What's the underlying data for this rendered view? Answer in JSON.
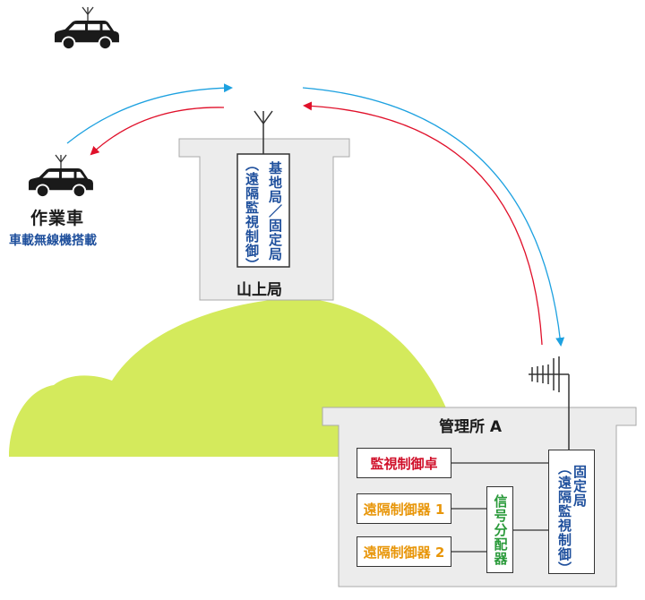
{
  "vehicles": {
    "work_vehicle_title": "作業車",
    "work_vehicle_subtitle": "車載無線機搭載"
  },
  "mountain_station": {
    "name": "山上局",
    "equipment_col1": "基地局／固定局",
    "equipment_col2": "（遠隔監視制御）"
  },
  "office": {
    "name": "管理所 A",
    "console": "監視制御卓",
    "remote1": "遠隔制御器 1",
    "remote2": "遠隔制御器 2",
    "distributor": "信号分配器",
    "fixed_col1": "固定局",
    "fixed_col2": "（遠隔監視制御）"
  },
  "colors": {
    "hill": "#d4ea5c",
    "building": "#ececec",
    "building_stroke": "#aaaaaa",
    "uplink": "#1da1e0",
    "downlink": "#e0102a",
    "text_blue": "#1e4f9c",
    "text_red": "#d0102a",
    "text_orange": "#e8960a",
    "text_green": "#2a9a3a"
  }
}
